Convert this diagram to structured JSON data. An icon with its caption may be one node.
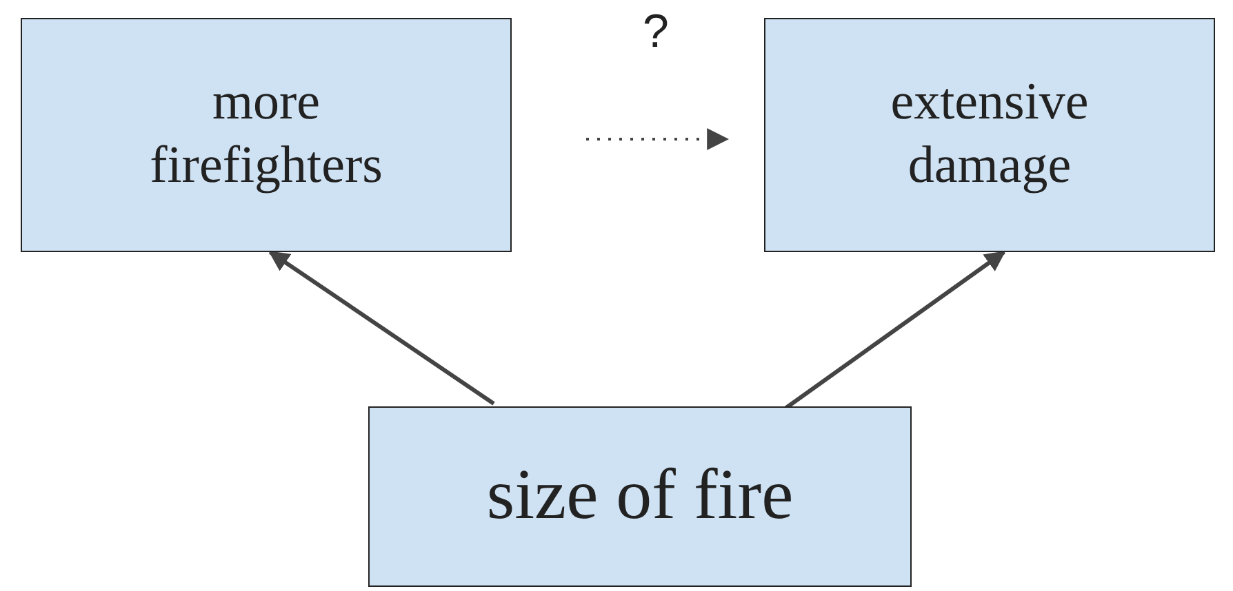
{
  "diagram": {
    "nodes": [
      {
        "text": [
          "more firefighters"
        ]
      },
      {
        "text": [
          "extensive damage"
        ]
      },
      {
        "text": [
          "size of fire"
        ]
      }
    ],
    "edges": [
      {
        "from": 2,
        "to": 0,
        "arrow": "to"
      },
      {
        "from": 2,
        "to": 1,
        "arrow": "to"
      },
      {
        "from": 0,
        "to": 1,
        "arrow": "to",
        "style": "dashed",
        "label": "?"
      }
    ]
  }
}
